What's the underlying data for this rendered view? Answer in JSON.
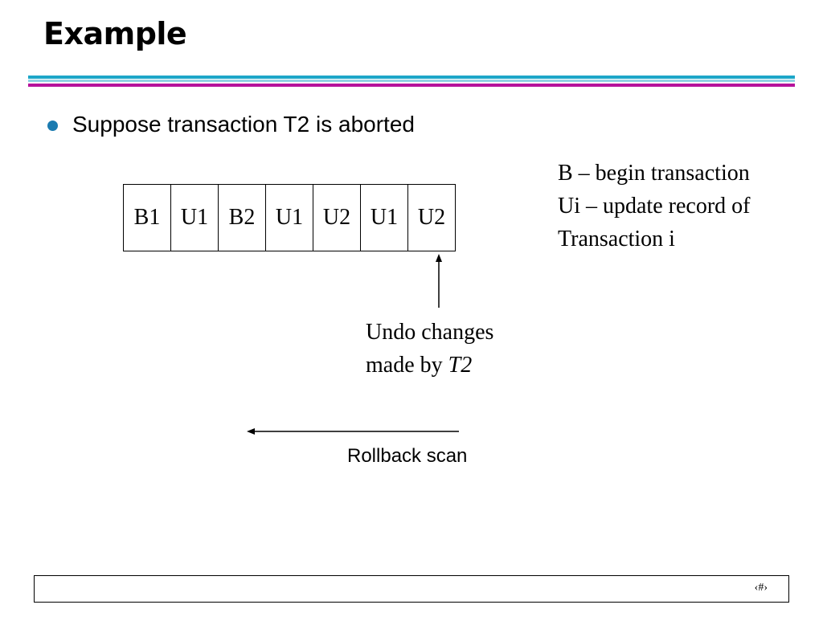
{
  "slide": {
    "title": "Example",
    "bullet": "Suppose transaction T2 is aborted",
    "log_records": [
      "B1",
      "U1",
      "B2",
      "U1",
      "U2",
      "U1",
      "U2"
    ],
    "legend": {
      "line1": "B – begin transaction",
      "line2": "Ui – update record of",
      "line3": "Transaction i"
    },
    "undo_note": {
      "line1": "Undo changes",
      "line2_prefix": "made by ",
      "line2_italic": "T2"
    },
    "rollback_label": "Rollback scan",
    "slide_number": "‹#›"
  },
  "colors": {
    "rule_top": "#1ca6c8",
    "rule_middle": "#8fd3e3",
    "rule_bottom": "#b6139b",
    "bullet": "#1b7bb0"
  }
}
